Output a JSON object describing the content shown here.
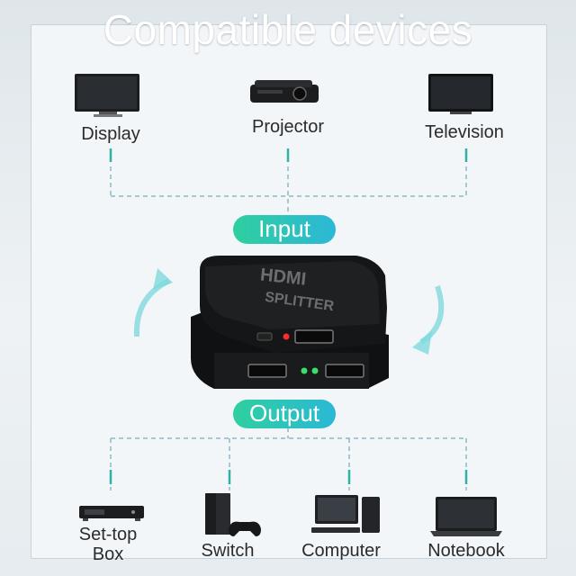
{
  "title": "Compatible devices",
  "inputs": [
    {
      "label": "Display",
      "icon": "monitor-icon"
    },
    {
      "label": "Projector",
      "icon": "projector-icon"
    },
    {
      "label": "Television",
      "icon": "television-icon"
    }
  ],
  "input_label": "Input",
  "output_label": "Output",
  "outputs": [
    {
      "label": "Set-top\nBox",
      "icon": "set-top-box-icon"
    },
    {
      "label": "Switch",
      "icon": "game-console-icon"
    },
    {
      "label": "Computer",
      "icon": "desktop-computer-icon"
    },
    {
      "label": "Notebook",
      "icon": "laptop-icon"
    }
  ],
  "device": {
    "brand": "HDMI",
    "name": "SPLITTER"
  },
  "colors": {
    "accent_start": "#2fcf9f",
    "accent_end": "#2bb8d6",
    "connector": "#8fb8c4",
    "tick": "#2fb2a5",
    "arrow": "#7fd9dc",
    "input_led": "#ff2a2a",
    "output_led": "#38e06a"
  }
}
